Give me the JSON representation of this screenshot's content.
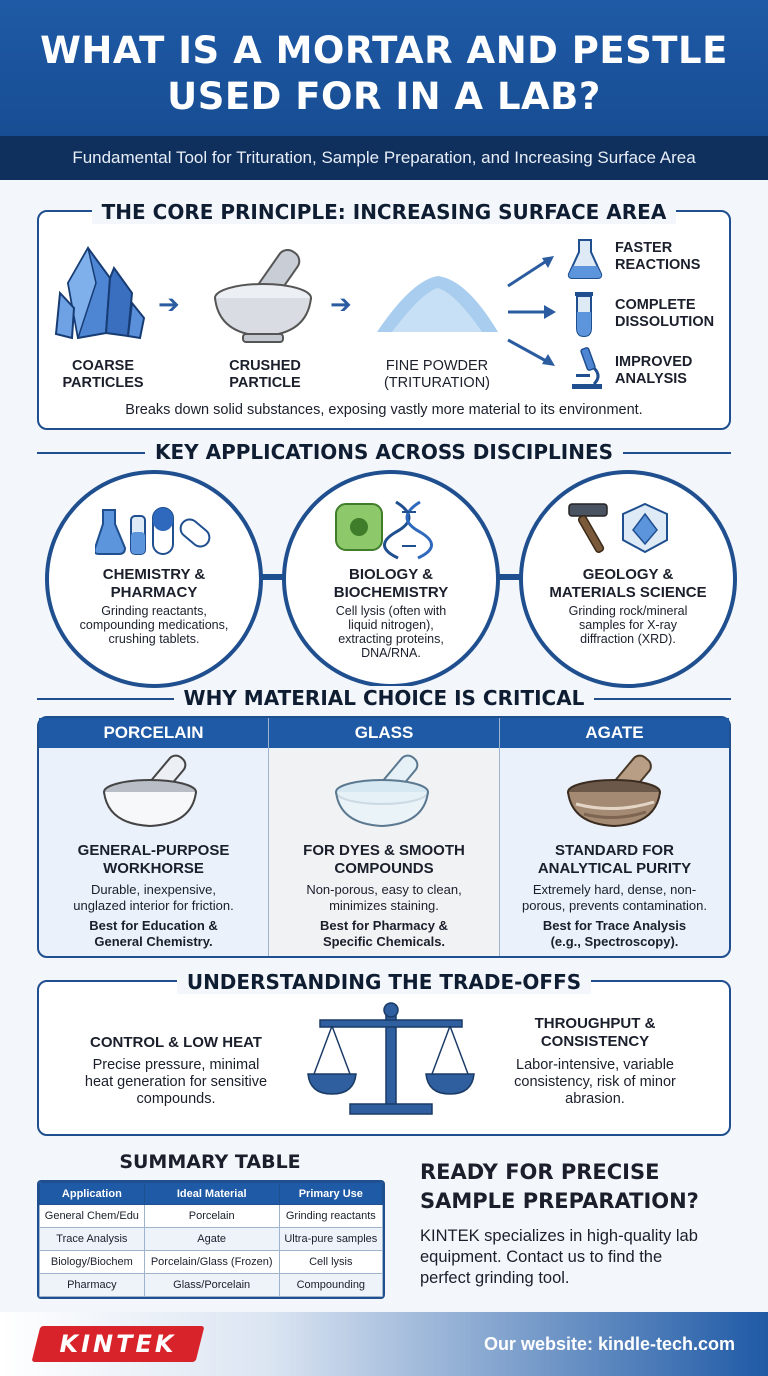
{
  "header": {
    "title_line1": "WHAT IS A MORTAR AND PESTLE",
    "title_line2": "USED FOR IN A LAB?",
    "subtitle": "Fundamental Tool for Trituration, Sample Preparation, and Increasing Surface Area"
  },
  "principle": {
    "title": "THE CORE PRINCIPLE: INCREASING SURFACE AREA",
    "steps": [
      {
        "line1": "COARSE",
        "line2": "PARTICLES"
      },
      {
        "line1": "CRUSHED",
        "line2": "PARTICLE"
      },
      {
        "line1": "FINE POWDER",
        "line2": "(TRITURATION)"
      }
    ],
    "outcomes": [
      {
        "line1": "FASTER",
        "line2": "REACTIONS",
        "icon": "flask-icon"
      },
      {
        "line1": "COMPLETE",
        "line2": "DISSOLUTION",
        "icon": "test-tube-icon"
      },
      {
        "line1": "IMPROVED",
        "line2": "ANALYSIS",
        "icon": "microscope-icon"
      }
    ],
    "caption": "Breaks down solid substances, exposing vastly more material to its environment."
  },
  "applications": {
    "title": "KEY APPLICATIONS ACROSS DISCIPLINES",
    "items": [
      {
        "title1": "CHEMISTRY &",
        "title2": "PHARMACY",
        "body1": "Grinding reactants,",
        "body2": "compounding medications,",
        "body3": "crushing tablets.",
        "body4": ""
      },
      {
        "title1": "BIOLOGY &",
        "title2": "BIOCHEMISTRY",
        "body1": "Cell lysis (often with",
        "body2": "liquid nitrogen),",
        "body3": "extracting proteins,",
        "body4": "DNA/RNA."
      },
      {
        "title1": "GEOLOGY &",
        "title2": "MATERIALS SCIENCE",
        "body1": "Grinding rock/mineral",
        "body2": "samples for X-ray",
        "body3": "diffraction (XRD).",
        "body4": ""
      }
    ]
  },
  "materials": {
    "title": "WHY MATERIAL CHOICE IS CRITICAL",
    "items": [
      {
        "name": "PORCELAIN",
        "title1": "GENERAL-PURPOSE",
        "title2": "WORKHORSE",
        "body1": "Durable, inexpensive,",
        "body2": "unglazed interior for friction.",
        "best1": "Best for Education &",
        "best2": "General Chemistry."
      },
      {
        "name": "GLASS",
        "title1": "FOR DYES & SMOOTH",
        "title2": "COMPOUNDS",
        "body1": "Non-porous, easy to clean,",
        "body2": "minimizes staining.",
        "best1": "Best for Pharmacy &",
        "best2": "Specific Chemicals."
      },
      {
        "name": "AGATE",
        "title1": "STANDARD FOR",
        "title2": "ANALYTICAL PURITY",
        "body1": "Extremely hard, dense, non-",
        "body2": "porous, prevents contamination.",
        "best1": "Best for Trace Analysis",
        "best2": "(e.g., Spectroscopy)."
      }
    ]
  },
  "tradeoffs": {
    "title": "UNDERSTANDING THE TRADE-OFFS",
    "left": {
      "title": "CONTROL & LOW HEAT",
      "body1": "Precise pressure, minimal",
      "body2": "heat generation for sensitive",
      "body3": "compounds."
    },
    "right": {
      "title1": "THROUGHPUT &",
      "title2": "CONSISTENCY",
      "body1": "Labor-intensive, variable",
      "body2": "consistency, risk of minor",
      "body3": "abrasion."
    }
  },
  "summary": {
    "title": "SUMMARY TABLE",
    "headers": [
      "Application",
      "Ideal Material",
      "Primary Use"
    ],
    "rows": [
      [
        "General Chem/Edu",
        "Porcelain",
        "Grinding reactants"
      ],
      [
        "Trace Analysis",
        "Agate",
        "Ultra-pure samples"
      ],
      [
        "Biology/Biochem",
        "Porcelain/Glass (Frozen)",
        "Cell lysis"
      ],
      [
        "Pharmacy",
        "Glass/Porcelain",
        "Compounding"
      ]
    ]
  },
  "cta": {
    "title1": "READY FOR PRECISE",
    "title2": "SAMPLE PREPARATION?",
    "body1": "KINTEK specializes in high-quality lab",
    "body2": "equipment. Contact us to find the",
    "body3": "perfect grinding tool."
  },
  "footer": {
    "logo": "KINTEK",
    "website": "Our website: kindle-tech.com"
  },
  "colors": {
    "primary": "#1f5aa6",
    "dark": "#0f2f5c",
    "accent_red": "#d8232a"
  }
}
